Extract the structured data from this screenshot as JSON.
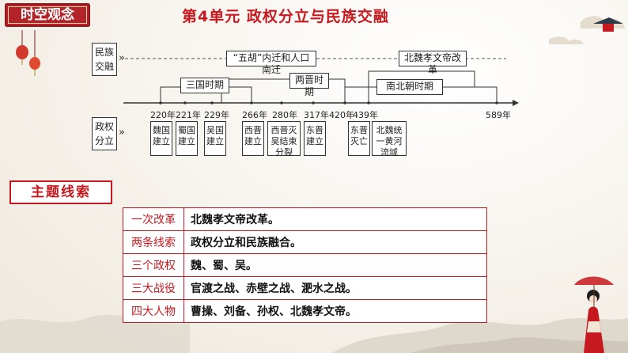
{
  "badge": "时空观念",
  "title": "第4单元  政权分立与民族交融",
  "timeline": {
    "rows": [
      "民族交融",
      "政权分立"
    ],
    "ethnic_events": [
      "“五胡”内迁和人口南迁",
      "北魏孝文帝改革"
    ],
    "periods": [
      "三国时期",
      "两晋时期",
      "南北朝时期"
    ],
    "years": [
      "220年",
      "221年",
      "229年",
      "266年",
      "280年",
      "317年",
      "420年",
      "439年",
      "589年"
    ],
    "state_events": [
      "魏国建立",
      "蜀国建立",
      "吴国建立",
      "西晋建立",
      "西晋灭吴结束分裂",
      "东晋建立",
      "东晋灭亡",
      "北魏统一黄河流域"
    ]
  },
  "theme_heading": "主题线索",
  "summary": [
    {
      "label": "一次改革",
      "content": "北魏孝文帝改革。"
    },
    {
      "label": "两条线索",
      "content": "政权分立和民族融合。"
    },
    {
      "label": "三个政权",
      "content": "魏、蜀、吴。"
    },
    {
      "label": "三大战役",
      "content": "官渡之战、赤壁之战、淝水之战。"
    },
    {
      "label": "四大人物",
      "content": "曹操、刘备、孙权、北魏孝文帝。"
    }
  ],
  "colors": {
    "accent": "#c6191f",
    "badge": "#b3242a"
  }
}
